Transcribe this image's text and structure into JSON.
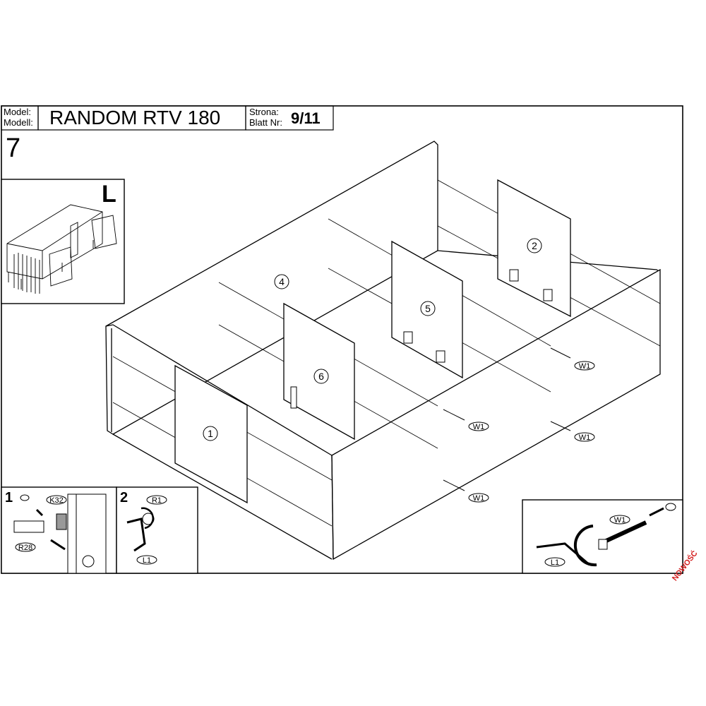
{
  "header": {
    "model_label": "Model:",
    "modell_label": "Modell:",
    "model_name": "RANDOM RTV 180",
    "strona_label": "Strona:",
    "blatt_label": "Blatt Nr:",
    "page_number": "9/11"
  },
  "step": {
    "number": "7",
    "variant": "L"
  },
  "panels": {
    "p1": "1",
    "p2": "2",
    "p4": "4",
    "p5": "5",
    "p6": "6"
  },
  "fittings": {
    "w1_a": "W1",
    "w1_b": "W1",
    "w1_c": "W1",
    "w1_d": "W1"
  },
  "inset_1": {
    "step": "1",
    "k32": "K32",
    "r28": "R28"
  },
  "inset_2": {
    "step": "2",
    "r1": "R1",
    "l1": "L1"
  },
  "inset_screw": {
    "w1": "W1",
    "l1": "L1"
  },
  "badge": "NOWOŚĆ"
}
